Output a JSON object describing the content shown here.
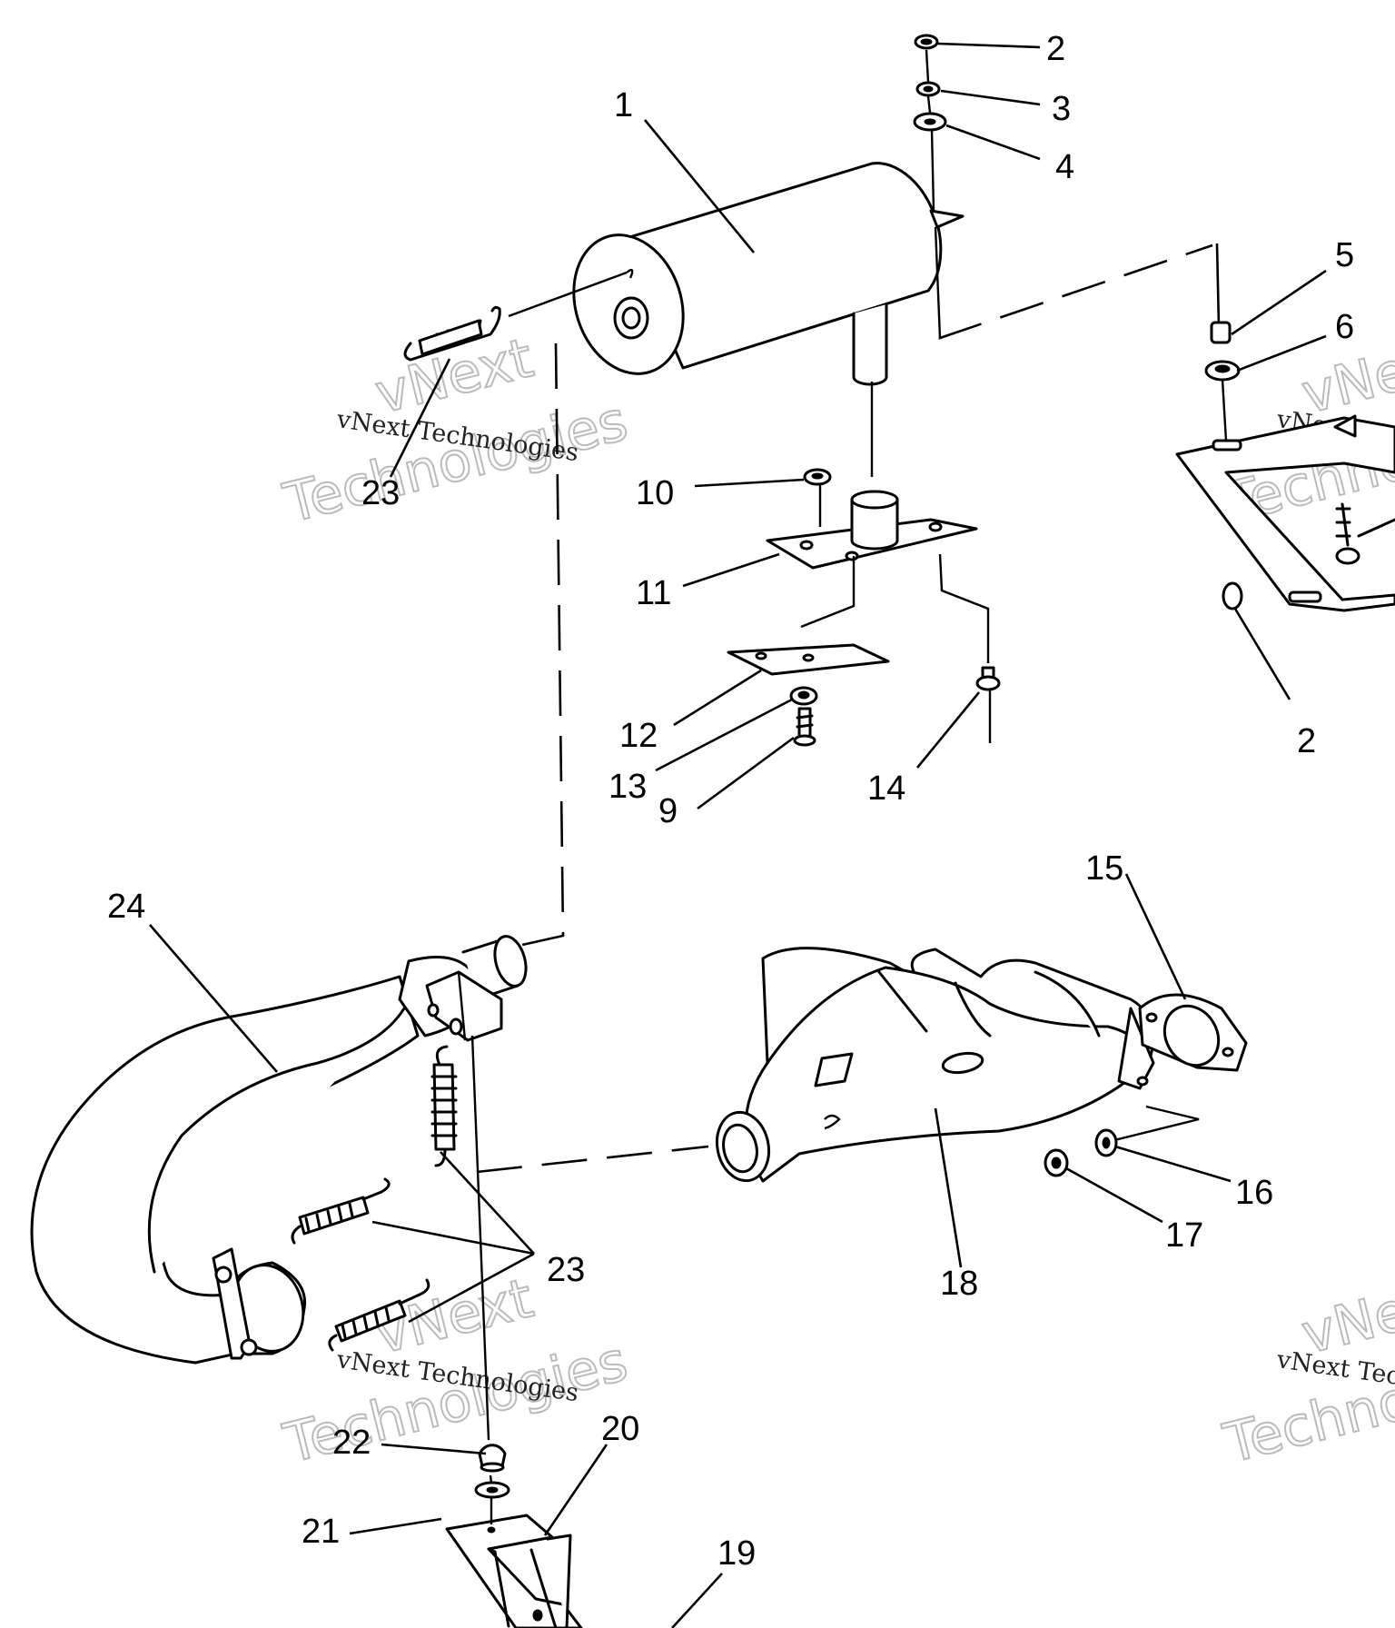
{
  "callouts": {
    "c1": "1",
    "c2a": "2",
    "c2b": "2",
    "c3": "3",
    "c4": "4",
    "c5": "5",
    "c6": "6",
    "c9": "9",
    "c10": "10",
    "c11": "11",
    "c12": "12",
    "c13": "13",
    "c14": "14",
    "c15": "15",
    "c16": "16",
    "c17": "17",
    "c18": "18",
    "c19": "19",
    "c20": "20",
    "c21": "21",
    "c22": "22",
    "c23a": "23",
    "c23b": "23",
    "c24": "24"
  },
  "watermark": {
    "brand_line": "vNext Technologies",
    "brand_top": "vNext",
    "brand_bottom": "Technologies"
  }
}
